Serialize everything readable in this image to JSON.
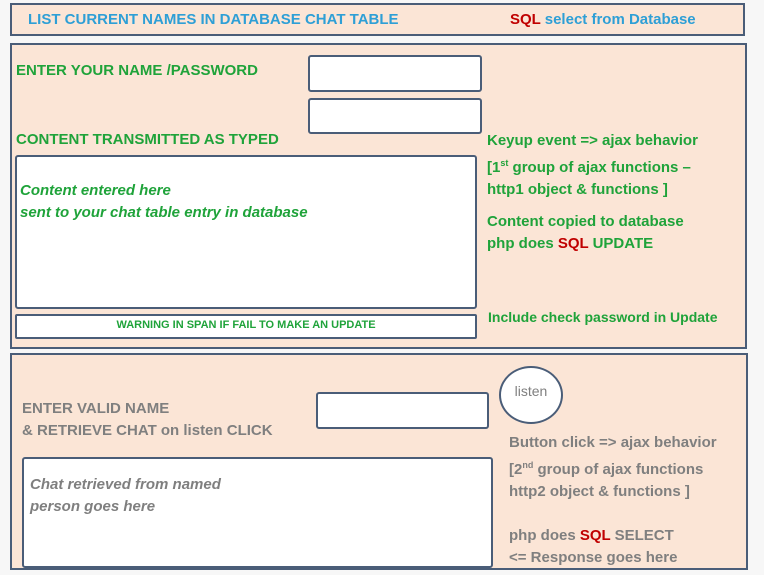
{
  "header": {
    "title": "LIST CURRENT NAMES IN DATABASE CHAT TABLE",
    "sql_word": "SQL",
    "sql_rest": " select from Database"
  },
  "update_section": {
    "enter_label": "ENTER YOUR NAME /PASSWORD",
    "content_label": "CONTENT TRANSMITTED AS  TYPED",
    "content_text_line1": "Content entered here",
    "content_text_line2": "sent to your chat table entry in database",
    "warning_text": "WARNING IN SPAN IF FAIL TO MAKE  AN UPDATE",
    "notes": {
      "line1": "Keyup event  => ajax behavior",
      "line2_pre": "[1",
      "line2_sup": "st",
      "line2_post": " group of ajax functions –",
      "line3": "http1   object & functions ]",
      "line4": "Content copied to database",
      "line5_pre": "php does ",
      "line5_sql": "SQL",
      "line5_post": " UPDATE",
      "check_password": "Include check password in Update"
    }
  },
  "retrieve_section": {
    "label_line1": "ENTER VALID NAME",
    "label_line2": "& RETRIEVE CHAT on listen CLICK",
    "listen_button": "listen",
    "chat_line1": "Chat retrieved from named",
    "chat_line2": "person goes here",
    "notes": {
      "line1": "Button click => ajax behavior",
      "line2_pre": "[2",
      "line2_sup": "nd",
      "line2_post": " group of ajax functions",
      "line3": "http2   object & functions ]",
      "line4_pre": "php does   ",
      "line4_sql": "SQL",
      "line4_post": " SELECT",
      "line5": "<= Response goes here"
    }
  }
}
